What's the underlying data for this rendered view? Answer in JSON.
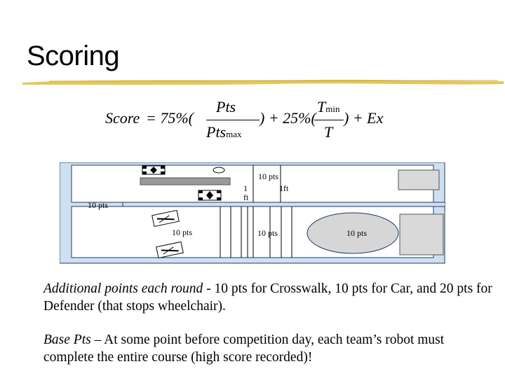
{
  "slide": {
    "title": "Scoring"
  },
  "formula": {
    "score": "Score",
    "equals": "= 75%(",
    "pts": "Pts",
    "pts_max_base": "Pts",
    "pts_max_sub": "max",
    "close_plus": ") + 25%(",
    "t_min_base": "T",
    "t_min_sub": "min",
    "t": "T",
    "close_ex": ") + Ex"
  },
  "course": {
    "labels": {
      "top_center": "10 pts",
      "one_ft_left_a": "1",
      "one_ft_left_b": "ft",
      "one_ft_right": "1ft",
      "left_entry": "10 pts",
      "lower_left": "10 pts",
      "crosswalk": "10 pts",
      "oval": "10 pts"
    }
  },
  "paragraphs": {
    "additional_lead": "Additional points each round",
    "additional_rest": " -  10 pts for Crosswalk, 10 pts for Car, and 20 pts for Defender (that stops wheelchair).",
    "base_lead": "Base Pts",
    "base_rest": " – At some point before competition day, each team’s robot must complete the entire course (high score recorded)!"
  },
  "colors": {
    "course_fill": "#cfe0f0",
    "course_stroke": "#1f3b66",
    "underline": "#e3c85a",
    "oval_fill": "#d6d6d6"
  }
}
